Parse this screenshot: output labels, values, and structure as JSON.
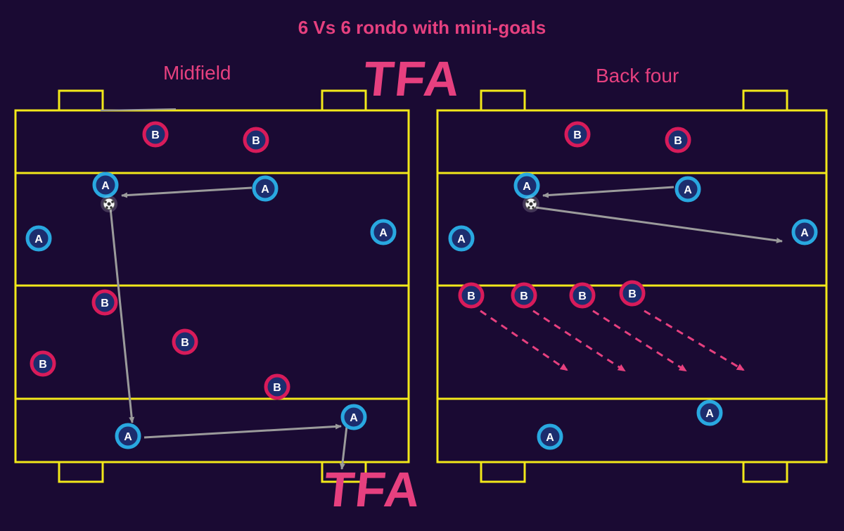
{
  "title": "6 Vs 6 rondo with mini-goals",
  "colors": {
    "background": "#1a0a33",
    "field_lines": "#f2e81a",
    "accent": "#e6407f",
    "team_a": "#29a8e0",
    "team_b": "#d81b5a",
    "pass_arrow": "#9b9b9b"
  },
  "logo_text": "TFA",
  "panels": [
    {
      "id": "midfield",
      "label": "Midfield"
    },
    {
      "id": "back-four",
      "label": "Back four"
    }
  ],
  "players": {
    "team_a_letter": "A",
    "team_b_letter": "B"
  },
  "ball_icon": "soccer-ball-icon"
}
